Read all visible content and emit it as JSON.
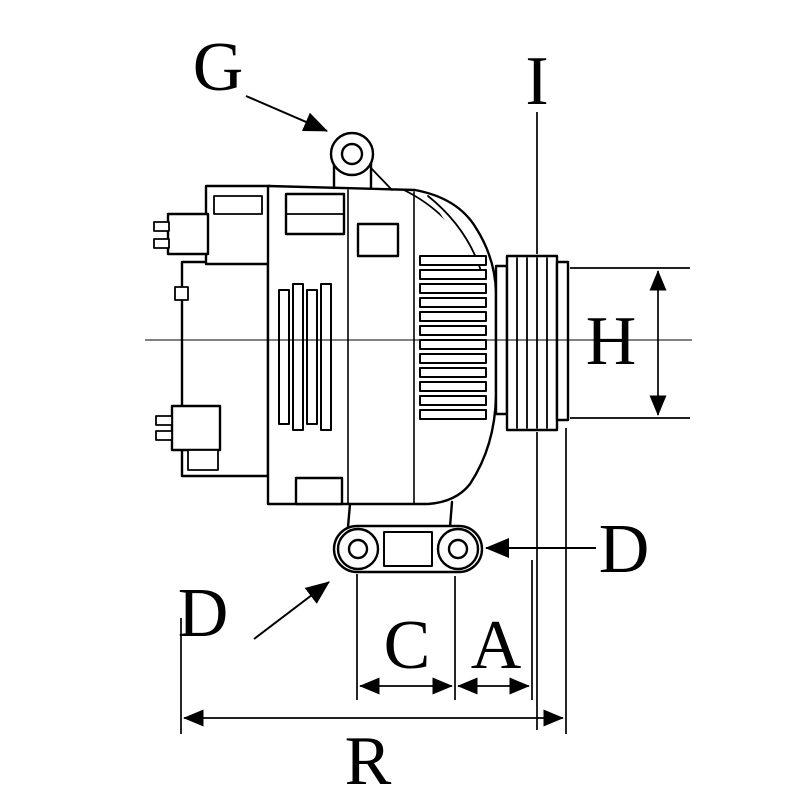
{
  "diagram": {
    "labels": {
      "g": "G",
      "i": "I",
      "h": "H",
      "d_left": "D",
      "d_right": "D",
      "c": "C",
      "a": "A",
      "r": "R"
    },
    "colors": {
      "line": "#000000",
      "background": "#ffffff"
    }
  }
}
